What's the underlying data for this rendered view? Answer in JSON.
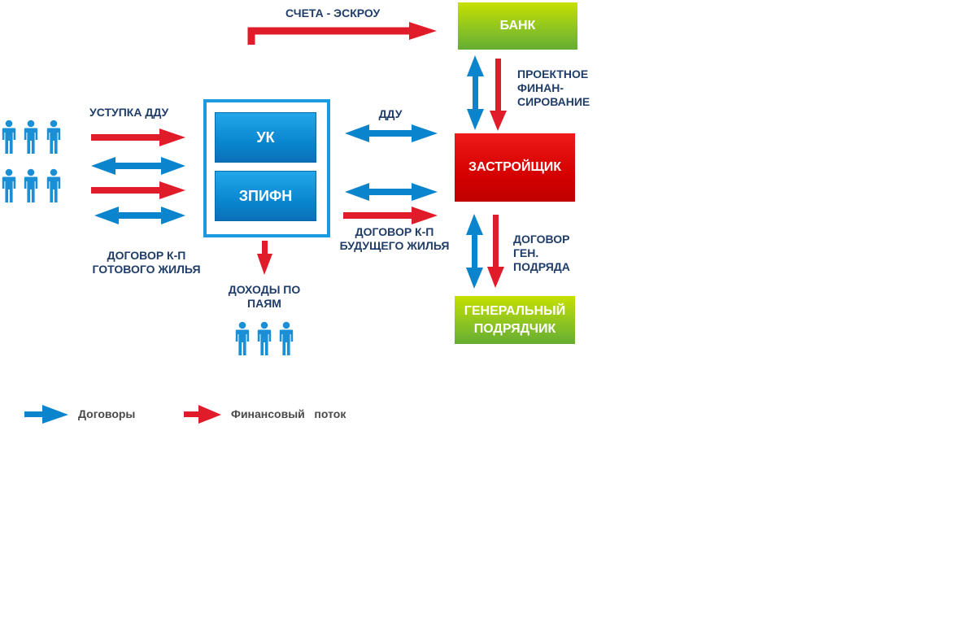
{
  "colors": {
    "contract": "#0a84cc",
    "finance": "#e11c2a",
    "frame": "#1b9ae0",
    "people": "#1a8fd6",
    "label": "#1f3d68"
  },
  "labels": {
    "escrow": "СЧЕТА - ЭСКРОУ",
    "assignment": "УСТУПКА  ДДУ",
    "ddu": "ДДУ",
    "ready_housing": "ДОГОВОР К-П\nГОТОВОГО ЖИЛЬЯ",
    "future_housing": "ДОГОВОР К-П\nБУДУЩЕГО  ЖИЛЬЯ",
    "unit_income": "ДОХОДЫ ПО\nПАЯМ",
    "project_finance": "ПРОЕКТНОЕ\nФИНАН-\nСИРОВАНИЕ",
    "gen_contract": "ДОГОВОР\nГЕН.\nПОДРЯДА"
  },
  "boxes": {
    "bank": "БАНК",
    "developer": "ЗАСТРОЙЩИК",
    "general_contractor": "ГЕНЕРАЛЬНЫЙ\nПОДРЯДЧИК",
    "management_company": "УК",
    "fund": "ЗПИФН"
  },
  "legend": {
    "contracts": "Договоры",
    "financial_flow": "Финансовый   поток"
  },
  "icons": {
    "person": "person-icon",
    "arrow": "arrow-icon"
  }
}
